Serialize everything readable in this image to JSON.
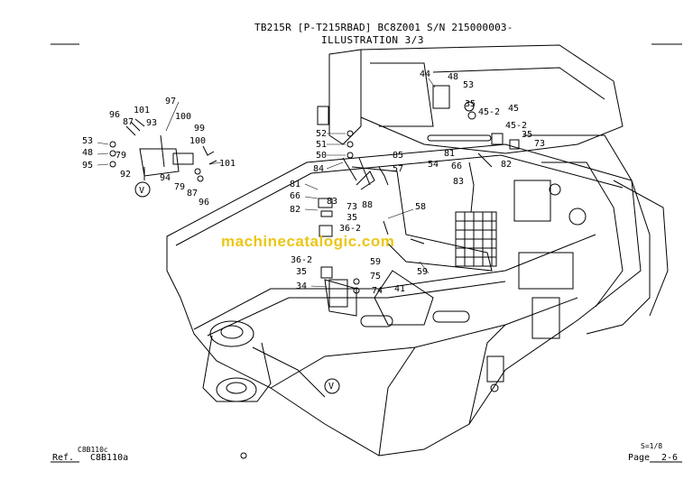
{
  "header": {
    "model_line": "TB215R [P-T215RBAD] BC8Z001 S/N 215000003-",
    "illustration": "ILLUSTRATION 3/3"
  },
  "watermark": "machinecatalogic.com",
  "footer": {
    "ref_code_top": "C8B110c",
    "ref_label": "Ref.",
    "ref_code": "C8B110a",
    "page_small": "S=1/8",
    "page_label": "Page",
    "page_number": "2-6"
  },
  "part_callouts": [
    "97",
    "96",
    "87",
    "101",
    "93",
    "100",
    "99",
    "53",
    "48",
    "79",
    "95",
    "92",
    "94",
    "100",
    "79",
    "87",
    "96",
    "101",
    "V",
    "44",
    "48",
    "53",
    "35",
    "45-2",
    "45",
    "45-2",
    "35",
    "73",
    "52",
    "51",
    "50",
    "85",
    "57",
    "84",
    "54",
    "81",
    "66",
    "82",
    "83",
    "81",
    "66",
    "83",
    "82",
    "73",
    "35",
    "36-2",
    "88",
    "58",
    "36-2",
    "35",
    "34",
    "59",
    "75",
    "74",
    "41",
    "59",
    "V"
  ]
}
